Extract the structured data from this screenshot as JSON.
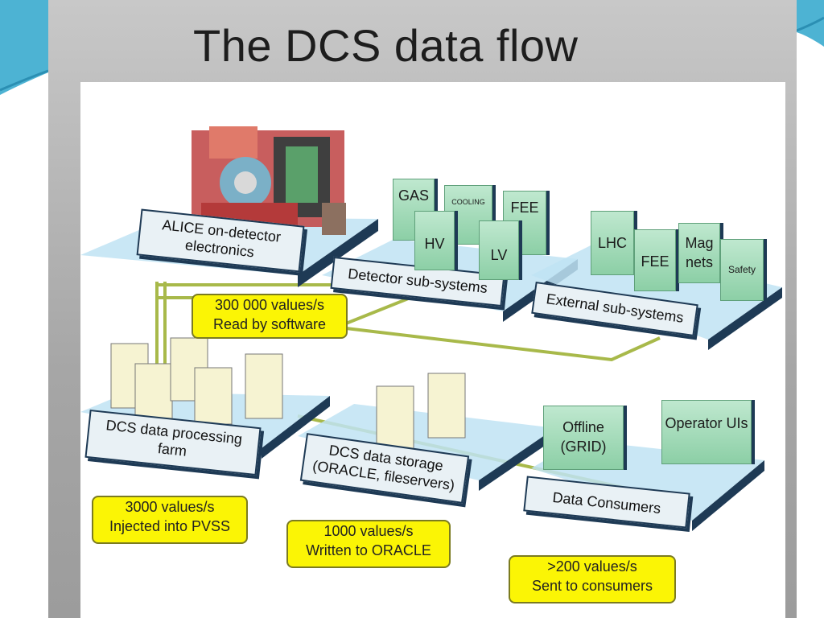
{
  "title": "The DCS data flow",
  "nodes": {
    "alice": "ALICE on-detector electronics",
    "detector": "Detector sub-systems",
    "external": "External sub-systems",
    "farm": "DCS data processing farm",
    "storage": "DCS data storage (ORACLE, fileservers)",
    "consumers": "Data Consumers"
  },
  "detector_modules": [
    "GAS",
    "COOLING",
    "FEE",
    "HV",
    "LV"
  ],
  "external_modules": [
    "LHC",
    "FEE",
    "Mag nets",
    "Safety"
  ],
  "consumer_modules": [
    "Offline (GRID)",
    "Operator UIs"
  ],
  "notes": {
    "read": [
      "300 000 values/s",
      "Read by software"
    ],
    "injected": [
      "3000 values/s",
      "Injected into PVSS"
    ],
    "written": [
      "1000 values/s",
      "Written to ORACLE"
    ],
    "sent": [
      ">200 values/s",
      "Sent to consumers"
    ]
  },
  "colors": {
    "platform": "#bfe3f3",
    "platform_edge": "#1e3a55",
    "note_fill": "#fbf505",
    "module_fill": "#9ad6b1",
    "link": "#a8b94a"
  }
}
